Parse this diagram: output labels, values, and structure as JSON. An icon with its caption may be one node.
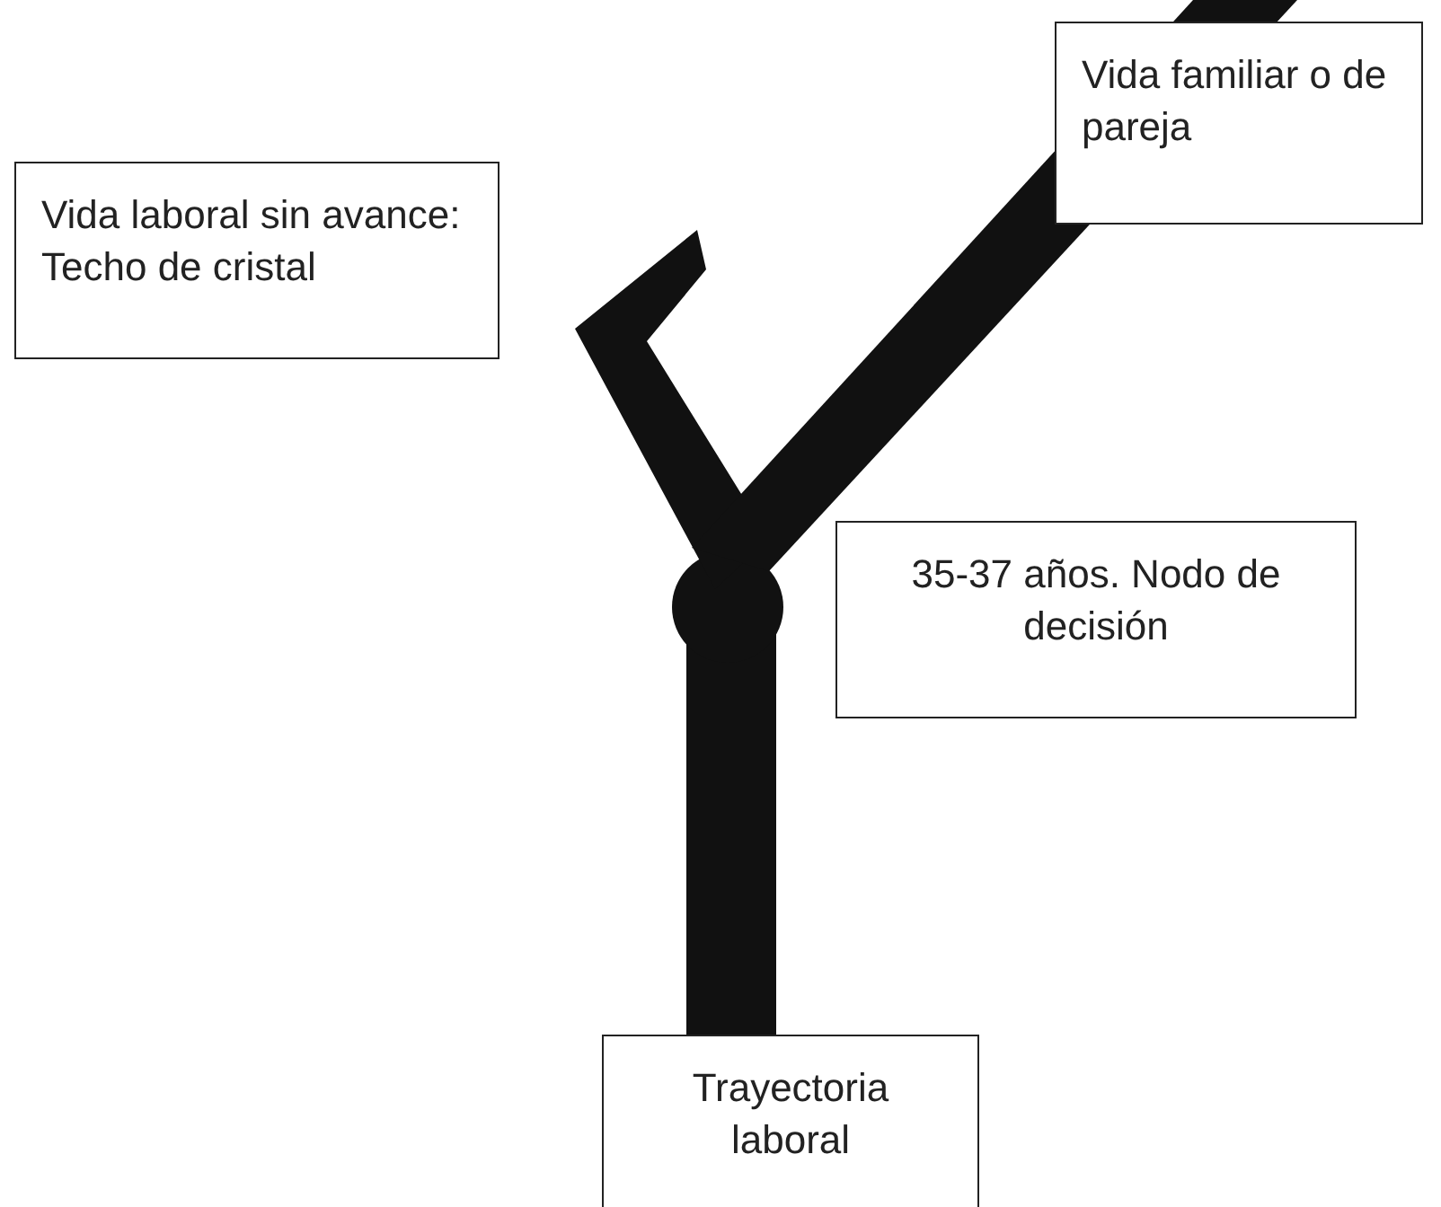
{
  "diagram": {
    "nodes": [
      {
        "text": [
          "Vida laboral sin avance: Techo de cristal"
        ]
      },
      {
        "text": [
          "Vida familiar o de pareja"
        ]
      },
      {
        "text": [
          "35-37 años. Nodo de decisión"
        ]
      },
      {
        "text": [
          "Trayectoria laboral"
        ]
      }
    ]
  }
}
